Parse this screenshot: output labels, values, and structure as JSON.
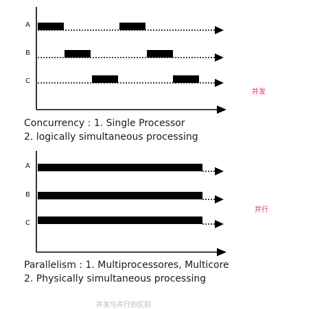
{
  "concurrency": {
    "rows": [
      "A",
      "B",
      "C"
    ],
    "tag": "并发",
    "caption_line1": "Concurrency : 1. Single Processor",
    "caption_line2": "2. logically simultaneous processing"
  },
  "parallelism": {
    "rows": [
      "A",
      "B",
      "C"
    ],
    "tag": "并行",
    "caption_line1": "Parallelism : 1. Multiprocessores, Multicore",
    "caption_line2": "2. Physically simultaneous processing"
  },
  "watermark": "并发与并行的区别",
  "colors": {
    "ink": "#000000",
    "tag": "#e8336a"
  }
}
